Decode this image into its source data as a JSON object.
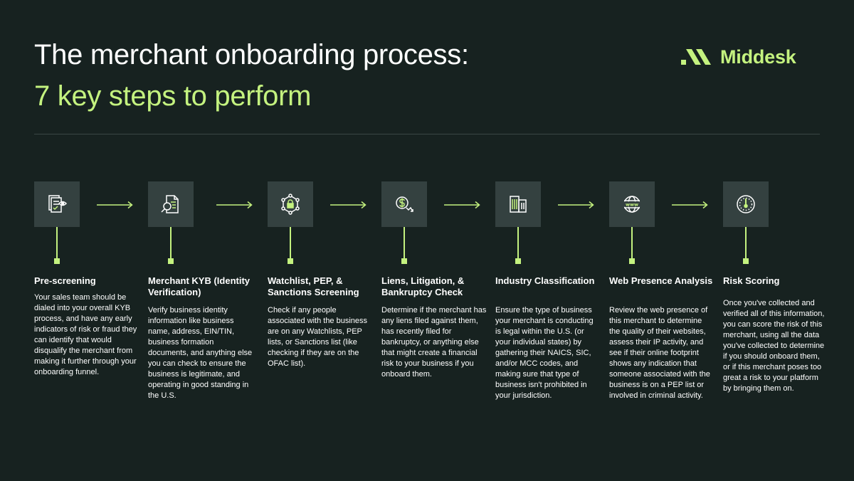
{
  "header": {
    "title_line1": "The merchant onboarding process:",
    "title_line2": "7 key steps to perform"
  },
  "logo": {
    "text": "Middesk",
    "color": "#c4f27f"
  },
  "colors": {
    "background": "#172220",
    "accent": "#c4f27f",
    "icon_box": "#344140"
  },
  "steps": [
    {
      "icon": "document-review-icon",
      "title": "Pre-screening",
      "description": "Your sales team should be dialed into your overall KYB process, and have any early indicators of risk or fraud they can identify that would disqualify the merchant from making it further through your onboarding funnel."
    },
    {
      "icon": "document-search-icon",
      "title": "Merchant KYB (Identity Verification)",
      "description": "Verify business identity information like business name, address, EIN/TIN, business formation documents, and anything else you can check to ensure the business is legitimate, and operating in good standing in the U.S."
    },
    {
      "icon": "network-lock-icon",
      "title": "Watchlist, PEP, & Sanctions Screening",
      "description": "Check if any people associated with the business are on any Watchlists, PEP lists, or Sanctions list (like checking if they are on the OFAC list)."
    },
    {
      "icon": "dollar-decline-icon",
      "title": "Liens, Litigation, & Bankruptcy Check",
      "description": "Determine if the merchant has any liens filed against them, has recently filed for bankruptcy, or anything else that might create a financial risk to your business if you onboard them."
    },
    {
      "icon": "buildings-icon",
      "title": "Industry Classification",
      "description": "Ensure the type of business your merchant is conducting is legal within the U.S. (or your individual states) by gathering their NAICS, SIC, and/or MCC codes, and making sure that type of business isn't prohibited in your jurisdiction."
    },
    {
      "icon": "globe-www-icon",
      "title": "Web Presence Analysis",
      "description": "Review the web presence of this merchant to determine the quality of their websites, assess their IP activity, and see if their online footprint shows any indication that someone associated with the business is on a PEP list or involved in criminal activity."
    },
    {
      "icon": "gauge-icon",
      "title": "Risk Scoring",
      "description": "Once you've collected and verified all of this information, you can score the risk of this merchant, using all the data you've collected to determine if you should onboard them, or if this merchant poses too great a risk to your platform by bringing them on."
    }
  ]
}
